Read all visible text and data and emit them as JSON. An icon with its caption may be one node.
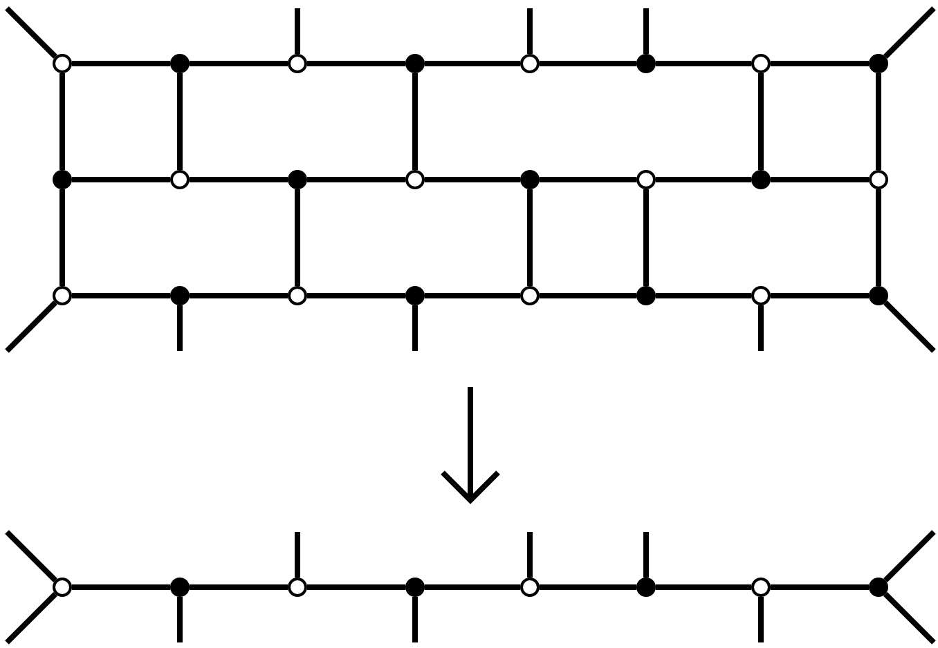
{
  "diagram": {
    "nodes": [
      {
        "text": [],
        "shape": "circle"
      },
      {
        "text": [],
        "shape": "dot"
      },
      {
        "text": [],
        "shape": "circle"
      },
      {
        "text": [],
        "shape": "dot"
      },
      {
        "text": [],
        "shape": "circle"
      },
      {
        "text": [],
        "shape": "dot"
      },
      {
        "text": [],
        "shape": "circle"
      },
      {
        "text": [],
        "shape": "dot"
      },
      {
        "text": [],
        "shape": "dot"
      },
      {
        "text": [],
        "shape": "circle"
      },
      {
        "text": [],
        "shape": "dot"
      },
      {
        "text": [],
        "shape": "circle"
      },
      {
        "text": [],
        "shape": "dot"
      },
      {
        "text": [],
        "shape": "circle"
      },
      {
        "text": [],
        "shape": "dot"
      },
      {
        "text": [],
        "shape": "circle"
      },
      {
        "text": [],
        "shape": "circle"
      },
      {
        "text": [],
        "shape": "dot"
      },
      {
        "text": [],
        "shape": "circle"
      },
      {
        "text": [],
        "shape": "dot"
      },
      {
        "text": [],
        "shape": "circle"
      },
      {
        "text": [],
        "shape": "dot"
      },
      {
        "text": [],
        "shape": "circle"
      },
      {
        "text": [],
        "shape": "dot"
      },
      {
        "text": [],
        "shape": "circle"
      },
      {
        "text": [],
        "shape": "dot"
      },
      {
        "text": [],
        "shape": "circle"
      },
      {
        "text": [],
        "shape": "dot"
      },
      {
        "text": [],
        "shape": "circle"
      },
      {
        "text": [],
        "shape": "dot"
      },
      {
        "text": [],
        "shape": "circle"
      },
      {
        "text": [],
        "shape": "dot"
      }
    ],
    "edges": [
      {
        "from": 0,
        "to": 1,
        "arrow": "none"
      },
      {
        "from": 1,
        "to": 2,
        "arrow": "none"
      },
      {
        "from": 2,
        "to": 3,
        "arrow": "none"
      },
      {
        "from": 3,
        "to": 4,
        "arrow": "none"
      },
      {
        "from": 4,
        "to": 5,
        "arrow": "none"
      },
      {
        "from": 5,
        "to": 6,
        "arrow": "none"
      },
      {
        "from": 6,
        "to": 7,
        "arrow": "none"
      },
      {
        "from": 8,
        "to": 9,
        "arrow": "none"
      },
      {
        "from": 9,
        "to": 10,
        "arrow": "none"
      },
      {
        "from": 10,
        "to": 11,
        "arrow": "none"
      },
      {
        "from": 11,
        "to": 12,
        "arrow": "none"
      },
      {
        "from": 12,
        "to": 13,
        "arrow": "none"
      },
      {
        "from": 13,
        "to": 14,
        "arrow": "none"
      },
      {
        "from": 14,
        "to": 15,
        "arrow": "none"
      },
      {
        "from": 16,
        "to": 17,
        "arrow": "none"
      },
      {
        "from": 17,
        "to": 18,
        "arrow": "none"
      },
      {
        "from": 18,
        "to": 19,
        "arrow": "none"
      },
      {
        "from": 19,
        "to": 20,
        "arrow": "none"
      },
      {
        "from": 20,
        "to": 21,
        "arrow": "none"
      },
      {
        "from": 21,
        "to": 22,
        "arrow": "none"
      },
      {
        "from": 22,
        "to": 23,
        "arrow": "none"
      },
      {
        "from": 0,
        "to": 8,
        "arrow": "none"
      },
      {
        "from": 1,
        "to": 9,
        "arrow": "none"
      },
      {
        "from": 3,
        "to": 11,
        "arrow": "none"
      },
      {
        "from": 6,
        "to": 14,
        "arrow": "none"
      },
      {
        "from": 7,
        "to": 15,
        "arrow": "none"
      },
      {
        "from": 8,
        "to": 16,
        "arrow": "none"
      },
      {
        "from": 10,
        "to": 18,
        "arrow": "none"
      },
      {
        "from": 12,
        "to": 20,
        "arrow": "none"
      },
      {
        "from": 13,
        "to": 21,
        "arrow": "none"
      },
      {
        "from": 15,
        "to": 23,
        "arrow": "none"
      },
      {
        "from": 0,
        "to": null,
        "arrow": "none"
      },
      {
        "from": 2,
        "to": null,
        "arrow": "none"
      },
      {
        "from": 4,
        "to": null,
        "arrow": "none"
      },
      {
        "from": 5,
        "to": null,
        "arrow": "none"
      },
      {
        "from": 7,
        "to": null,
        "arrow": "none"
      },
      {
        "from": 16,
        "to": null,
        "arrow": "none"
      },
      {
        "from": 17,
        "to": null,
        "arrow": "none"
      },
      {
        "from": 19,
        "to": null,
        "arrow": "none"
      },
      {
        "from": 22,
        "to": null,
        "arrow": "none"
      },
      {
        "from": 23,
        "to": null,
        "arrow": "none"
      },
      {
        "from": 24,
        "to": 25,
        "arrow": "none"
      },
      {
        "from": 25,
        "to": 26,
        "arrow": "none"
      },
      {
        "from": 26,
        "to": 27,
        "arrow": "none"
      },
      {
        "from": 27,
        "to": 28,
        "arrow": "none"
      },
      {
        "from": 28,
        "to": 29,
        "arrow": "none"
      },
      {
        "from": 29,
        "to": 30,
        "arrow": "none"
      },
      {
        "from": 30,
        "to": 31,
        "arrow": "none"
      },
      {
        "from": 24,
        "to": null,
        "arrow": "none"
      },
      {
        "from": 24,
        "to": null,
        "arrow": "none"
      },
      {
        "from": 25,
        "to": null,
        "arrow": "none"
      },
      {
        "from": 26,
        "to": null,
        "arrow": "none"
      },
      {
        "from": 27,
        "to": null,
        "arrow": "none"
      },
      {
        "from": 28,
        "to": null,
        "arrow": "none"
      },
      {
        "from": 29,
        "to": null,
        "arrow": "none"
      },
      {
        "from": 30,
        "to": null,
        "arrow": "none"
      },
      {
        "from": 31,
        "to": null,
        "arrow": "none"
      },
      {
        "from": 31,
        "to": null,
        "arrow": "none"
      }
    ]
  }
}
